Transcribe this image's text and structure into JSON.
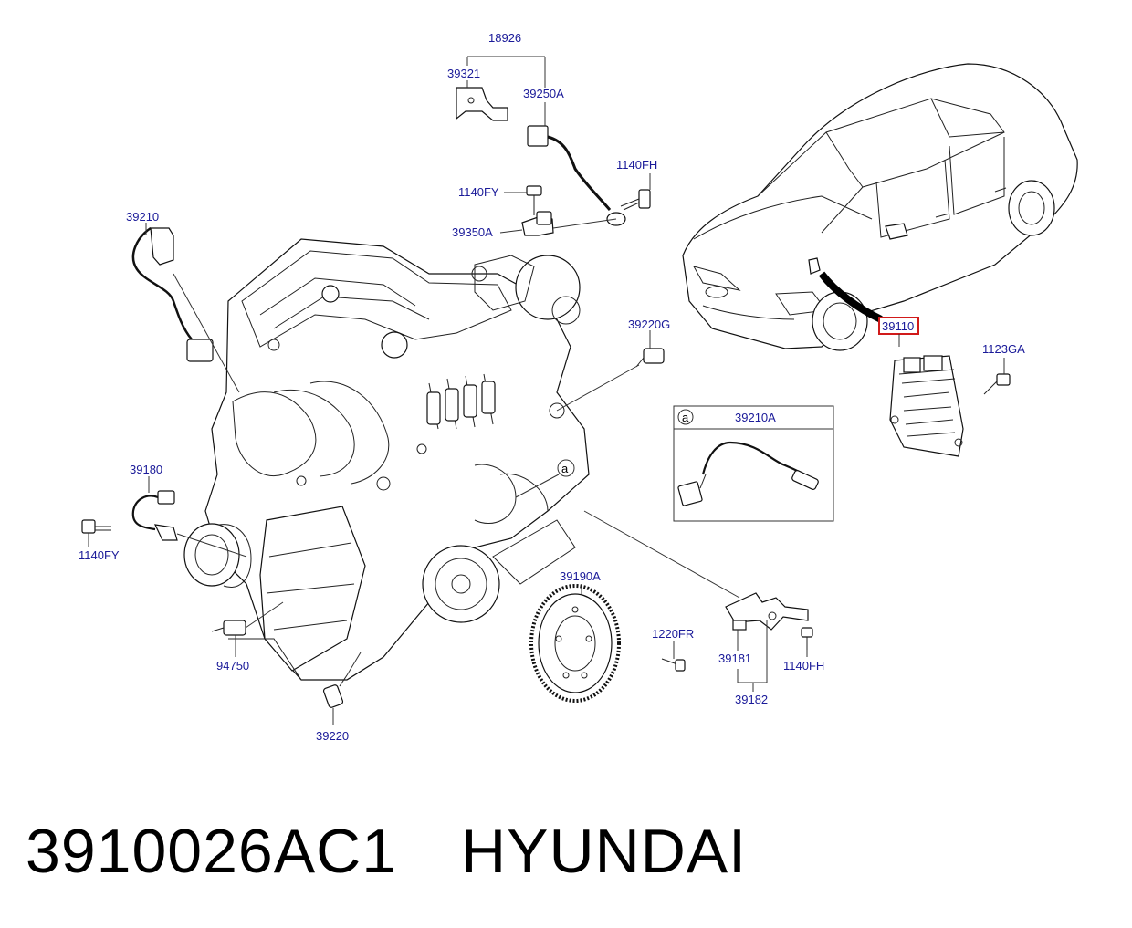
{
  "labels": {
    "l_18926": "18926",
    "l_39321": "39321",
    "l_39250A": "39250A",
    "l_1140FH_top": "1140FH",
    "l_1140FY_top": "1140FY",
    "l_39350A": "39350A",
    "l_39210": "39210",
    "l_39220G": "39220G",
    "l_39110": "39110",
    "l_1123GA": "1123GA",
    "l_inset_a": "a",
    "l_39210A": "39210A",
    "l_ref_a": "a",
    "l_39180": "39180",
    "l_1140FY_left": "1140FY",
    "l_39190A": "39190A",
    "l_1220FR": "1220FR",
    "l_94750": "94750",
    "l_39181": "39181",
    "l_1140FH_bottom": "1140FH",
    "l_39182": "39182",
    "l_39220": "39220"
  },
  "caption": {
    "part_number": "3910026AC1",
    "brand": "HYUNDAI"
  },
  "colors": {
    "label_text": "#1a1a99",
    "highlight_box": "#d11a1a"
  }
}
